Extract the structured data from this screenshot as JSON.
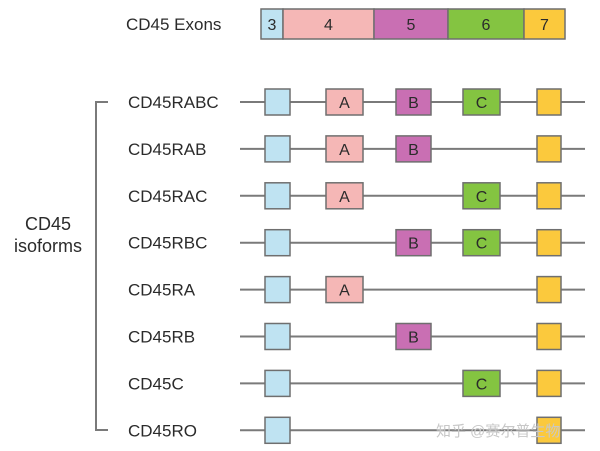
{
  "header": {
    "label": "CD45 Exons",
    "exons": [
      {
        "num": "3",
        "color": "#bfe3f2"
      },
      {
        "num": "4",
        "color": "#f5b7b6"
      },
      {
        "num": "5",
        "color": "#c96fb3"
      },
      {
        "num": "6",
        "color": "#84c441"
      },
      {
        "num": "7",
        "color": "#fbc93d"
      }
    ]
  },
  "group_label": [
    "CD45",
    "isoforms"
  ],
  "variable_exons": [
    {
      "letter": "A",
      "color": "#f5b7b6"
    },
    {
      "letter": "B",
      "color": "#c96fb3"
    },
    {
      "letter": "C",
      "color": "#84c441"
    }
  ],
  "constant_exons": {
    "first": "#bfe3f2",
    "last": "#fbc93d"
  },
  "isoforms": [
    {
      "name": "CD45RABC",
      "has": [
        "A",
        "B",
        "C"
      ]
    },
    {
      "name": "CD45RAB",
      "has": [
        "A",
        "B"
      ]
    },
    {
      "name": "CD45RAC",
      "has": [
        "A",
        "C"
      ]
    },
    {
      "name": "CD45RBC",
      "has": [
        "B",
        "C"
      ]
    },
    {
      "name": "CD45RA",
      "has": [
        "A"
      ]
    },
    {
      "name": "CD45RB",
      "has": [
        "B"
      ]
    },
    {
      "name": "CD45C",
      "has": [
        "C"
      ]
    },
    {
      "name": "CD45RO",
      "has": []
    }
  ],
  "watermark": "知乎 @赛尔普生物"
}
